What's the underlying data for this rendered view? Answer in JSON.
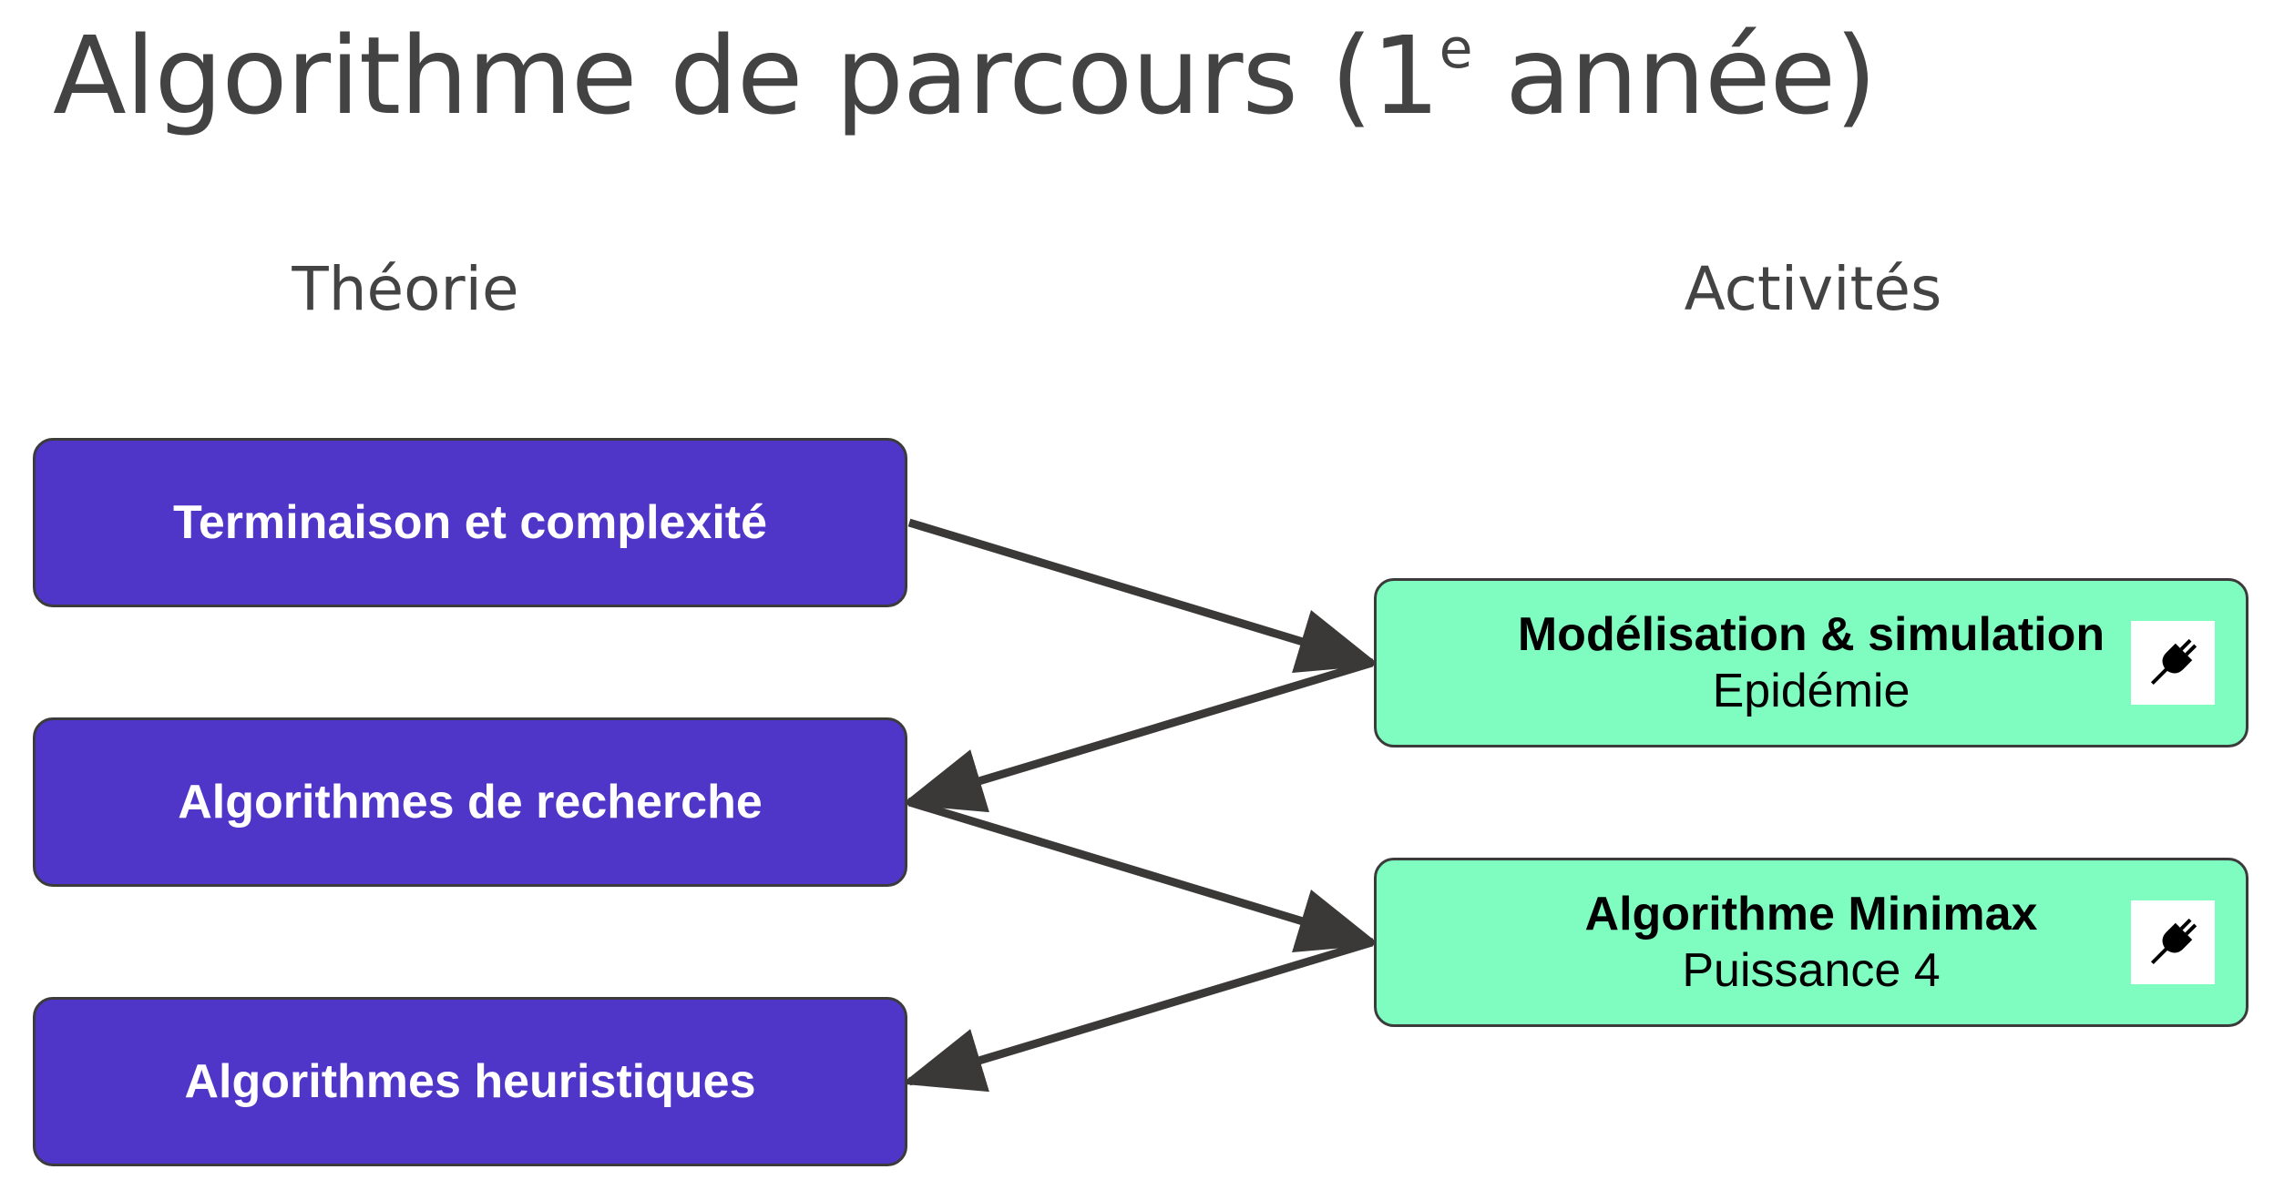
{
  "title": {
    "main": "Algorithme de parcours (1",
    "superscript": "e",
    "end": " année)"
  },
  "columns": {
    "theory": "Théorie",
    "activities": "Activités"
  },
  "theory_boxes": [
    {
      "label": "Terminaison et complexité"
    },
    {
      "label": "Algorithmes de recherche"
    },
    {
      "label": "Algorithmes heuristiques"
    }
  ],
  "activity_boxes": [
    {
      "title": "Modélisation & simulation",
      "subtitle": "Epidémie",
      "icon": "plug-icon"
    },
    {
      "title": "Algorithme Minimax",
      "subtitle": "Puissance 4",
      "icon": "plug-icon"
    }
  ],
  "edges": [
    {
      "from": "Terminaison et complexité",
      "to": "Modélisation & simulation"
    },
    {
      "from": "Modélisation & simulation",
      "to": "Algorithmes de recherche"
    },
    {
      "from": "Algorithmes de recherche",
      "to": "Algorithme Minimax"
    },
    {
      "from": "Algorithme Minimax",
      "to": "Algorithmes heuristiques"
    }
  ],
  "colors": {
    "theory_fill": "#5035c9",
    "activity_fill": "#7ffcc0",
    "arrow": "#3b3838",
    "text_gray": "#434343"
  }
}
